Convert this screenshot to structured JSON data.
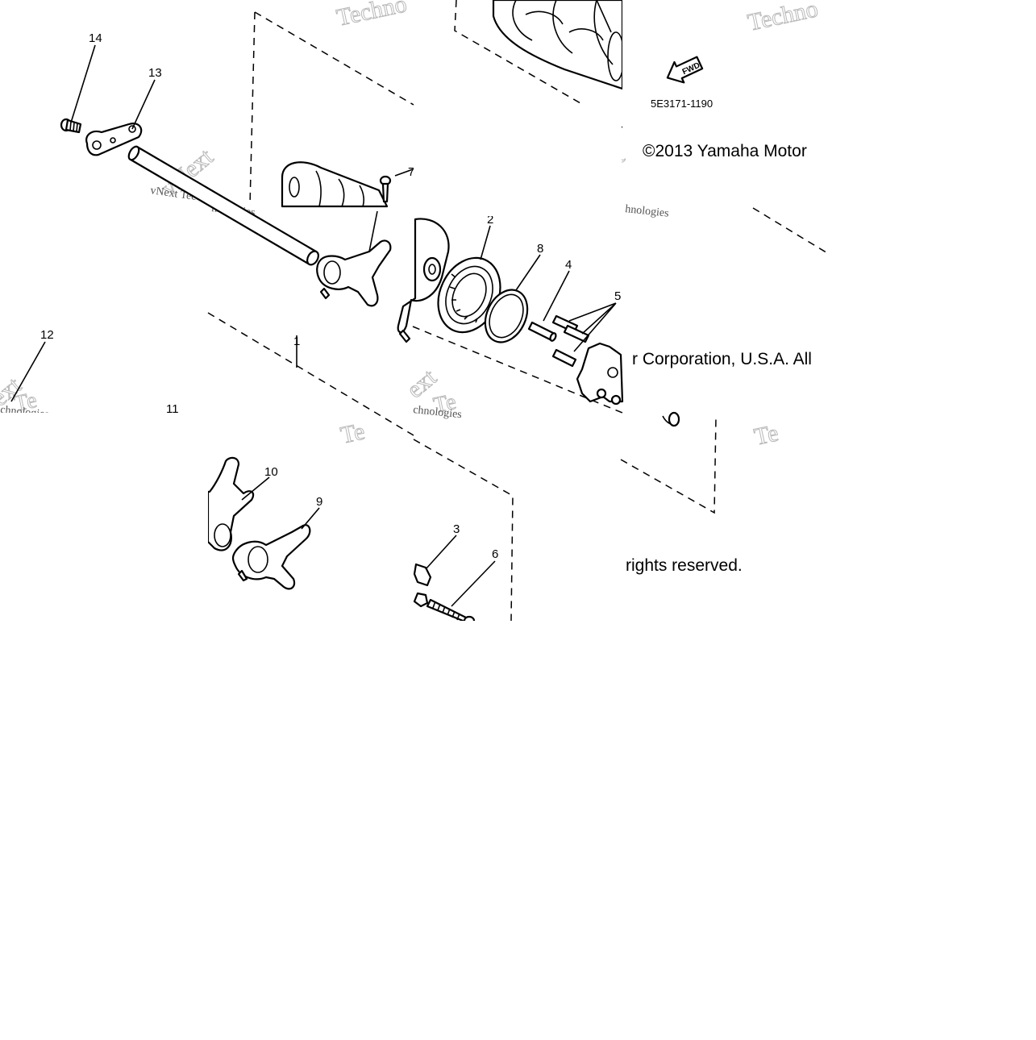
{
  "diagram": {
    "part_code": "5E3171-1190",
    "fwd_label": "FWD",
    "copyright_lines": [
      "©2013 Yamaha Motor",
      "r Corporation, U.S.A. All",
      "rights reserved."
    ],
    "callouts": [
      "1",
      "2",
      "3",
      "4",
      "5",
      "6",
      "7",
      "8",
      "9",
      "10",
      "11",
      "12",
      "13",
      "14"
    ],
    "watermarks": {
      "brand": "vNext",
      "word": "Technologies",
      "fragments": [
        "Techno",
        "vNext Tec",
        "chnologies",
        "hnologies",
        "ext",
        "Te",
        "Tech",
        "Techno"
      ]
    }
  }
}
